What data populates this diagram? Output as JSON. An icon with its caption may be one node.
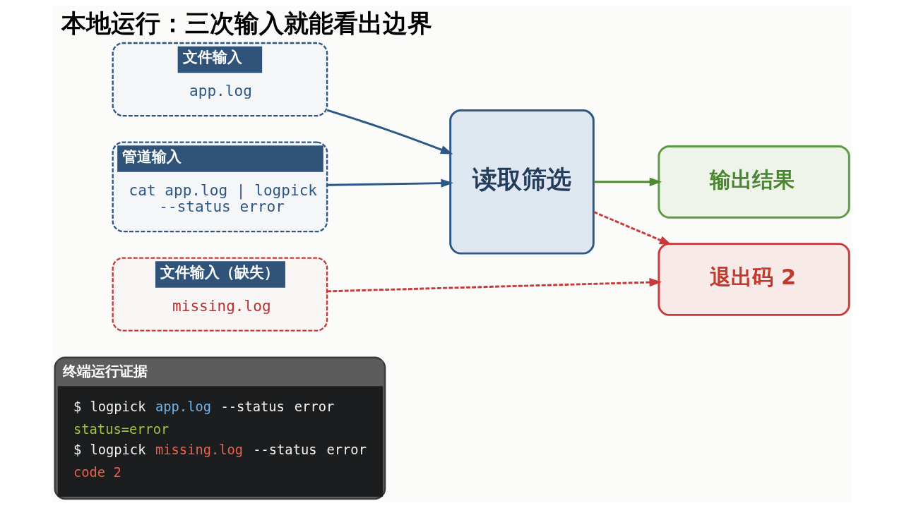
{
  "diagram": {
    "title": "本地运行：三次输入就能看出边界",
    "nodes": [
      {
        "text": [
          "文件输入",
          "app.log"
        ]
      },
      {
        "text": [
          "管道输入",
          "cat app.log | logpick --status error"
        ]
      },
      {
        "text": [
          "文件输入（缺失）",
          "missing.log"
        ]
      },
      {
        "text": [
          "读取筛选"
        ]
      },
      {
        "text": [
          "输出结果"
        ]
      },
      {
        "text": [
          "退出码 2"
        ]
      },
      {
        "text": [
          "终端运行证据",
          "$ logpick app.log --status error",
          "status=error",
          "$ logpick missing.log --status error",
          "code 2"
        ]
      }
    ],
    "edges": [
      {
        "from": 0,
        "to": 3,
        "arrow": "to",
        "color": "#2c5786"
      },
      {
        "from": 1,
        "to": 3,
        "arrow": "to",
        "color": "#2c5786"
      },
      {
        "from": 3,
        "to": 4,
        "arrow": "to",
        "color": "#4f8a35"
      },
      {
        "from": 3,
        "to": 5,
        "arrow": "to",
        "style": "dashed",
        "color": "#c83a3a"
      },
      {
        "from": 2,
        "to": 5,
        "arrow": "to",
        "style": "dashed",
        "color": "#c83a3a"
      }
    ]
  }
}
